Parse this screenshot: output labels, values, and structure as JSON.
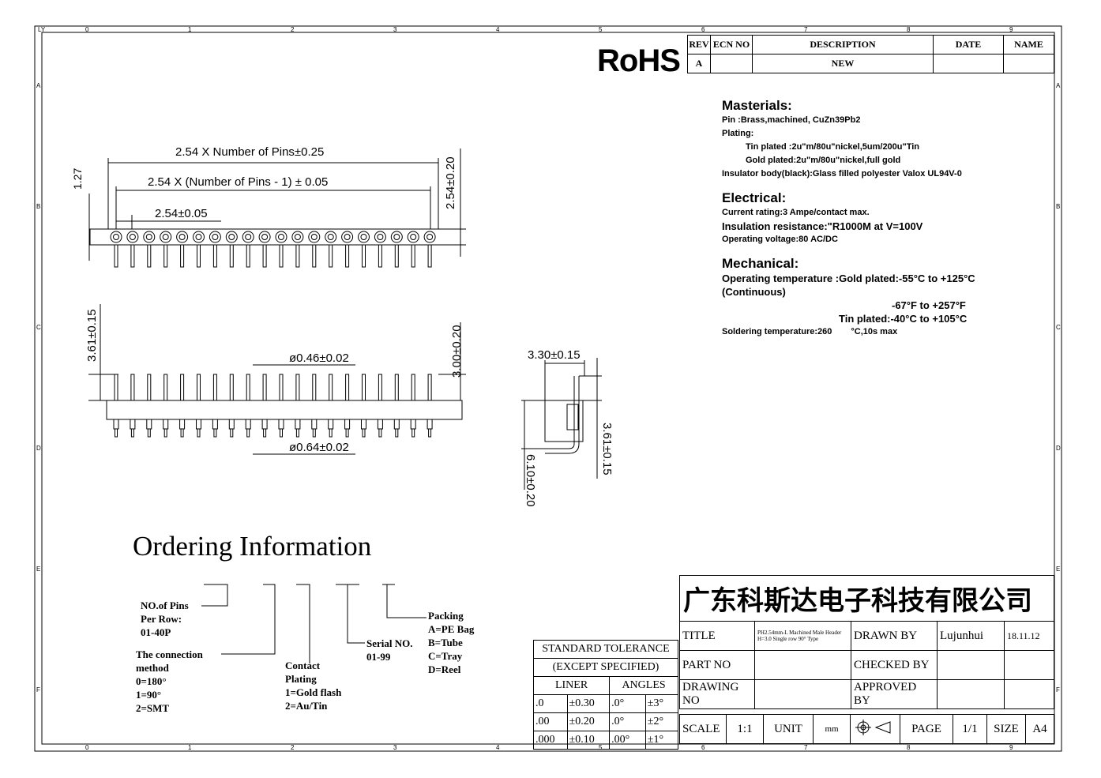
{
  "rohs_mark": "RoHS",
  "frame": {
    "corner_label": "LY",
    "columns": [
      "0",
      "1",
      "2",
      "3",
      "4",
      "5",
      "6",
      "7",
      "8",
      "9"
    ],
    "rows": [
      "A",
      "B",
      "C",
      "D",
      "E",
      "F"
    ]
  },
  "revision_block": {
    "headers": [
      "REV",
      "ECN NO",
      "DESCRIPTION",
      "DATE",
      "NAME"
    ],
    "row": [
      "A",
      "",
      "NEW",
      "",
      ""
    ]
  },
  "specs": {
    "materials_title": "Masterials:",
    "materials": [
      "Pin :Brass,machined, CuZn39Pb2",
      "Plating:",
      "Tin plated :2u\"m/80u\"nickel,5um/200u\"Tin",
      "Gold plated:2u\"m/80u\"nickel,full gold",
      "Insulator body(black):Glass filled polyester Valox UL94V-0"
    ],
    "electrical_title": "Electrical:",
    "electrical": [
      "Current rating:3 Ampe/contact max.",
      "Insulation resistance:\"R1000M at V=100V",
      "Operating voltage:80 AC/DC"
    ],
    "mechanical_title": "Mechanical:",
    "mechanical": [
      "Operating temperature :Gold plated:-55°C to +125°C",
      "(Continuous)",
      "-67°F to +257°F",
      "Tin plated:-40°C to +105°C",
      "Soldering temperature:260",
      "°C,10s max"
    ]
  },
  "dimensions": {
    "overall_length": "2.54 X Number of Pins±0.25",
    "pitch_span": "2.54 X (Number of Pins - 1) ± 0.05",
    "pitch": "2.54±0.05",
    "half_pitch": "1.27",
    "width": "2.54±0.20",
    "tail_length": "3.61±0.15",
    "pin_diameter": "ø0.46±0.02",
    "body_height": "3.00±0.20",
    "sleeve_diameter": "ø0.64±0.02",
    "side_width": "3.30±0.15",
    "side_height": "6.10±0.20",
    "side_tail": "3.61±0.15"
  },
  "ordering": {
    "title": "Ordering Information",
    "pins": "NO.of Pins\nPer Row:\n01-40P",
    "connection": "The connection\nmethod\n0=180°\n1=90°\n2=SMT",
    "contact": "Contact\nPlating\n1=Gold flash\n2=Au/Tin",
    "serial": "Serial NO.\n01-99",
    "packing": "Packing\nA=PE Bag\nB=Tube\nC=Tray\nD=Reel"
  },
  "tolerance": {
    "title1": "STANDARD TOLERANCE",
    "title2": "(EXCEPT  SPECIFIED)",
    "head_liner": "LINER",
    "head_angles": "ANGLES",
    "rows": [
      [
        ".0",
        "±0.30",
        ".0°",
        "±3°"
      ],
      [
        ".00",
        "±0.20",
        ".0°",
        "±2°"
      ],
      [
        ".000",
        "±0.10",
        ".00°",
        "±1°"
      ]
    ]
  },
  "title_block": {
    "company": "广东科斯达电子科技有限公司",
    "title_label": "TITLE",
    "title_value": "PH2.54mm-L Machined Male Header H=3.0 Single row 90° Type",
    "drawn_label": "DRAWN BY",
    "drawn_value": "Lujunhui",
    "drawn_date": "18.11.12",
    "part_label": "PART NO",
    "checked_label": "CHECKED BY",
    "drawing_label": "DRAWING NO",
    "approved_label": "APPROVED BY",
    "scale_label": "SCALE",
    "scale_value": "1:1",
    "unit_label": "UNIT",
    "unit_value": "mm",
    "page_label": "PAGE",
    "page_value": "1/1",
    "size_label": "SIZE",
    "size_value": "A4"
  }
}
